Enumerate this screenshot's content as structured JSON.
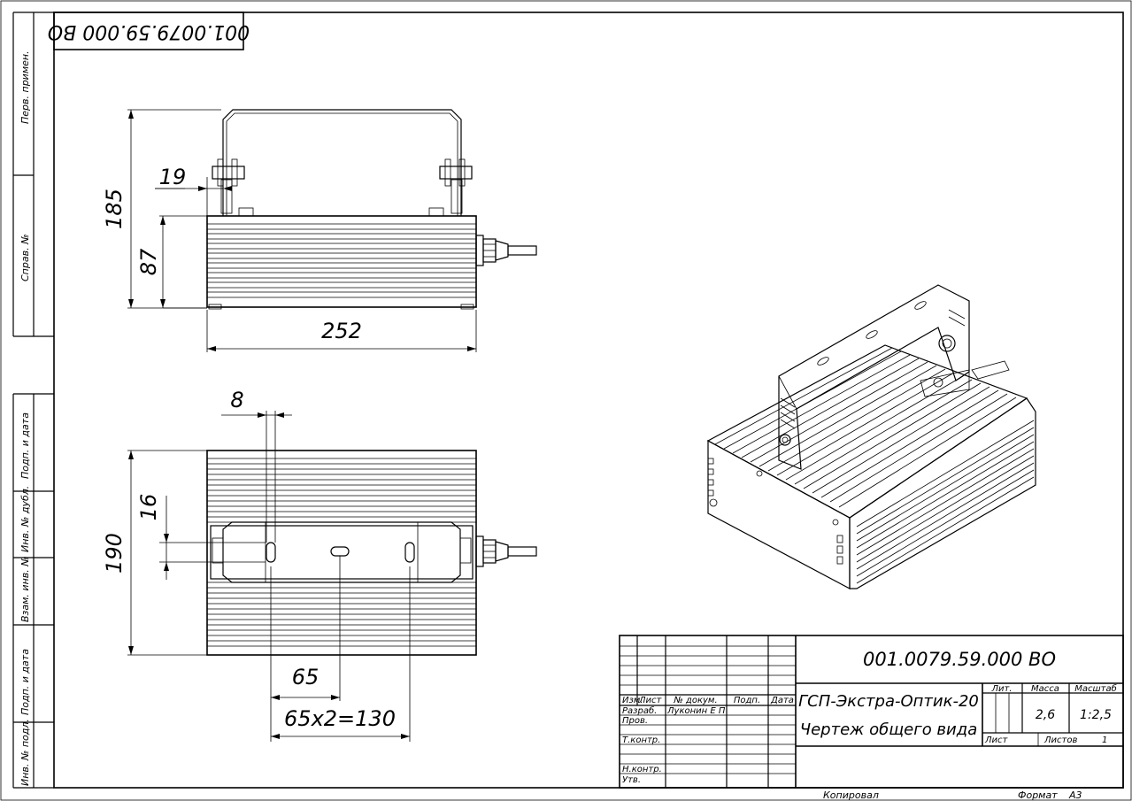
{
  "sheet": {
    "designation": "001.0079.59.000 ВО",
    "designation_rotated": "001.0079.59.000 ВО",
    "name_line1": "ГСП-Экстра-Оптик-20",
    "name_line2": "Чертеж общего вида",
    "copied": "Копировал",
    "format_label": "Формат",
    "format_value": "А3"
  },
  "left_strip": {
    "perv_primen": "Перв. примен.",
    "sprav_no": "Справ. №",
    "podp_data_1": "Подп. и дата",
    "inv_dubl": "Инв. № дубл.",
    "vzam_inv": "Взам. инв. №",
    "podp_data_2": "Подп. и дата",
    "inv_podl": "Инв. № подл."
  },
  "title_block": {
    "col_izm": "Изм.",
    "col_list": "Лист",
    "col_doc": "№ докум.",
    "col_podp": "Подп.",
    "col_data": "Дата",
    "row_razrab": "Разраб.",
    "razrab_name": "Луконин Е П",
    "row_prov": "Пров.",
    "row_tkontr": "Т.контр.",
    "row_nkontr": "Н.контр.",
    "row_utv": "Утв.",
    "lit_label": "Лит.",
    "mass_label": "Масса",
    "scale_label": "Масштаб",
    "mass_value": "2,6",
    "scale_value": "1:2,5",
    "sheet_label": "Лист",
    "sheets_label": "Листов",
    "sheets_value": "1"
  },
  "dimensions": {
    "top_height_total": "185",
    "top_height_body": "87",
    "top_bolt_offset": "19",
    "top_width": "252",
    "plan_slot_width": "8",
    "plan_slot_length": "16",
    "plan_height": "190",
    "plan_pitch": "65",
    "plan_pitch_total": "65х2=130"
  }
}
